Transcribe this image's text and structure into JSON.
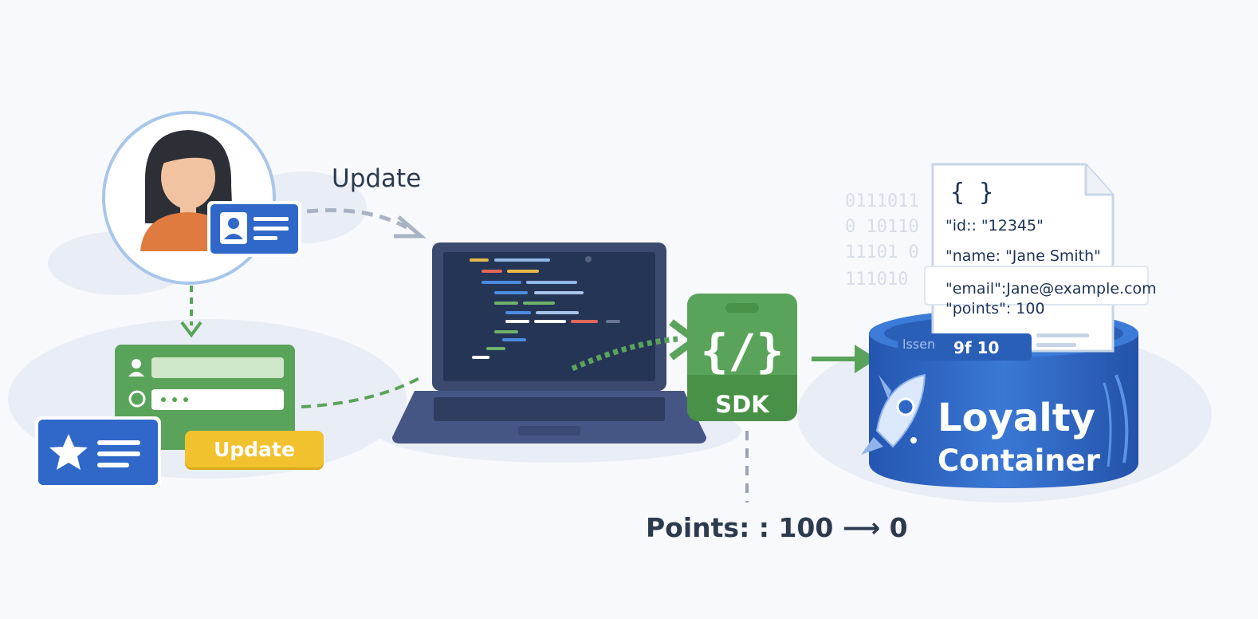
{
  "labels": {
    "update_arrow": "Update",
    "update_button": "Update",
    "sdk_braces": "{/}",
    "sdk": "SDK",
    "points": "Points: : 100 ⟶ 0",
    "loyalty_title": "Loyalty",
    "loyalty_subtitle": "Container"
  },
  "json_document": {
    "brace": "{ }",
    "lines": [
      "\"id:: \"12345\"",
      "\"name: \"Jane Smith\"",
      "\"email\":Jane@example.com",
      "\"points\": 100"
    ]
  },
  "container_tag": {
    "faint_text": "lssen",
    "text": "9f 10"
  },
  "binary_rows": [
    "0111011",
    "0 10110",
    "11101 0",
    "111010"
  ],
  "colors": {
    "blue": "#2f68c8",
    "green": "#5aa35a",
    "yellow": "#f2c22e",
    "laptop": "#3b4a6e",
    "text_dark": "#2d3a4d"
  },
  "icons": [
    "user-avatar-icon",
    "id-card-icon",
    "profile-form-icon",
    "star-card-icon",
    "laptop-icon",
    "sdk-code-icon",
    "json-document-icon",
    "database-container-icon",
    "rocket-icon"
  ]
}
